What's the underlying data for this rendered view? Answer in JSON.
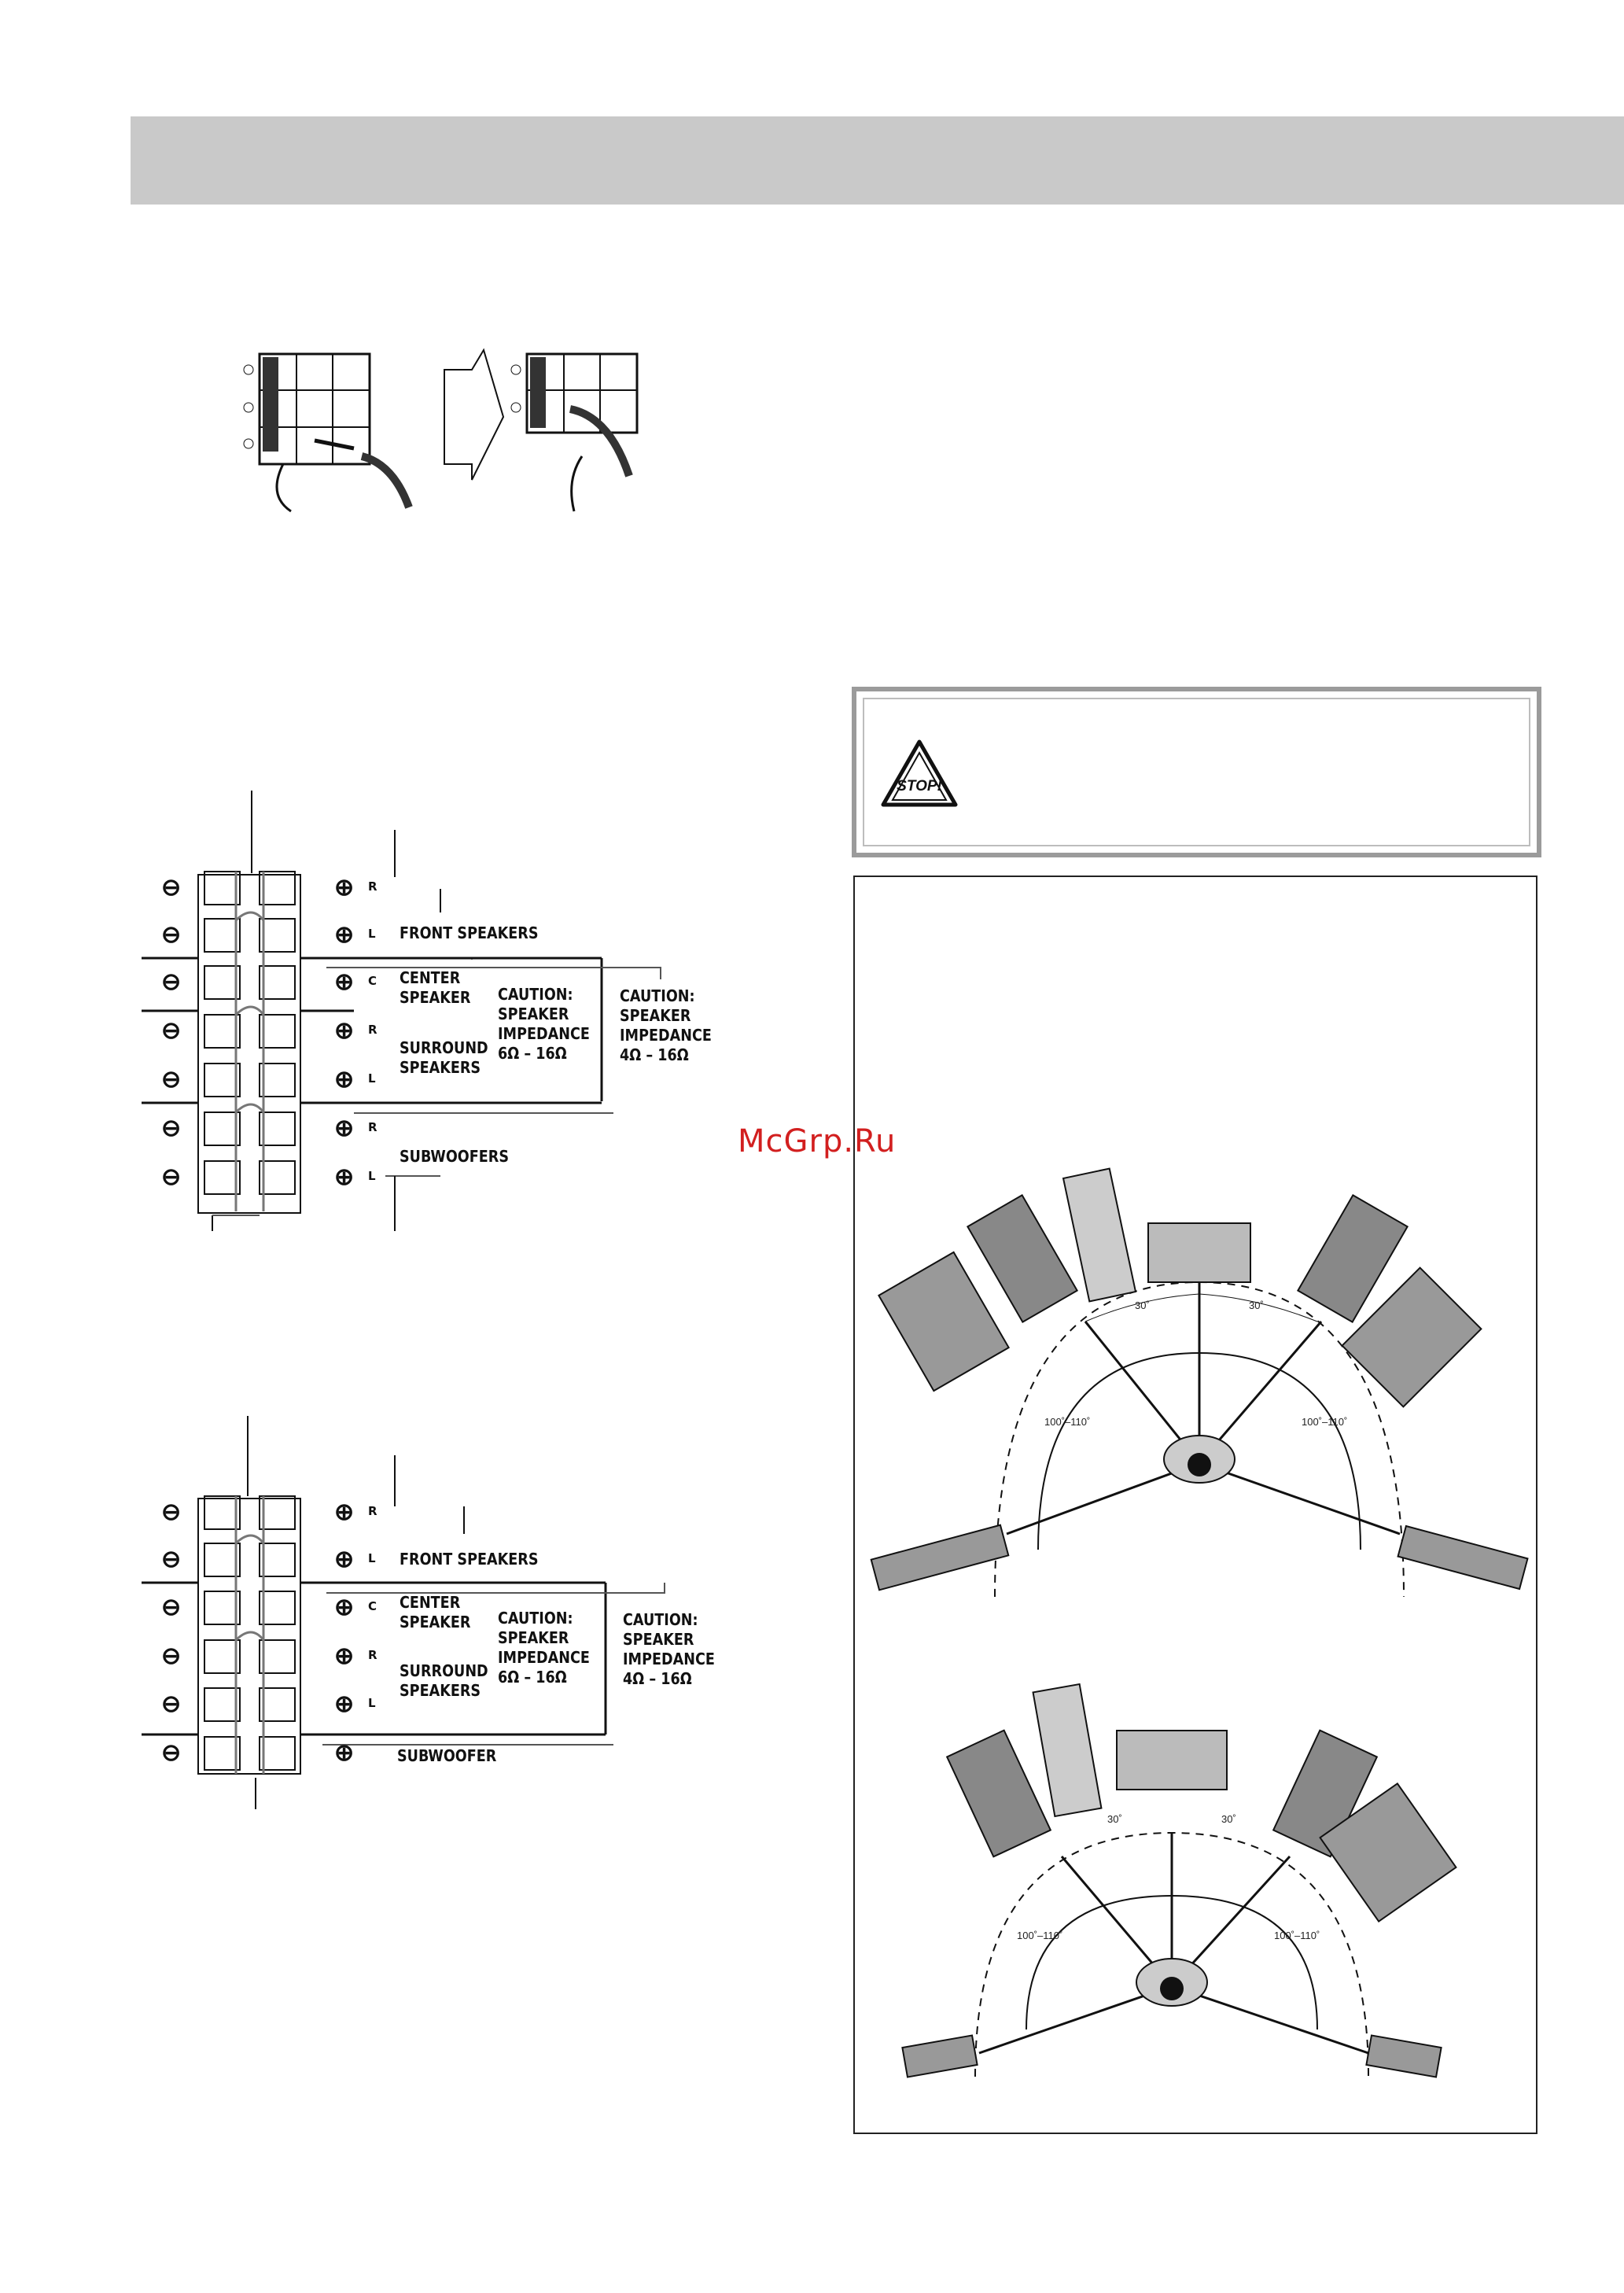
{
  "watermark": "McGrp.Ru",
  "diagram_a": {
    "front_speakers": "FRONT SPEAKERS",
    "center_speaker": "CENTER\nSPEAKER",
    "surround_speakers": "SURROUND\nSPEAKERS",
    "subwoofers": "SUBWOOFERS",
    "caution_1": "CAUTION:\nSPEAKER\nIMPEDANCE\n6Ω – 16Ω",
    "caution_2": "CAUTION:\nSPEAKER\nIMPEDANCE\n4Ω – 16Ω",
    "terminal_labels": [
      "R",
      "L",
      "C",
      "R",
      "L",
      "R",
      "L"
    ]
  },
  "diagram_b": {
    "front_speakers": "FRONT SPEAKERS",
    "center_speaker": "CENTER\nSPEAKER",
    "surround_speakers": "SURROUND\nSPEAKERS",
    "subwoofer": "SUBWOOFER",
    "caution_1": "CAUTION:\nSPEAKER\nIMPEDANCE\n6Ω – 16Ω",
    "caution_2": "CAUTION:\nSPEAKER\nIMPEDANCE\n4Ω – 16Ω",
    "terminal_labels": [
      "R",
      "L",
      "C",
      "R",
      "L"
    ]
  },
  "stop_icon_text": "STOP!",
  "placement_top": {
    "angle_front_left": "30˚",
    "angle_front_right": "30˚",
    "angle_surround_left": "100˚–110˚",
    "angle_surround_right": "100˚–110˚"
  },
  "placement_bottom": {
    "angle_front_left": "30˚",
    "angle_front_right": "30˚",
    "angle_surround_left": "100˚–110˚",
    "angle_surround_right": "100˚–110˚"
  }
}
